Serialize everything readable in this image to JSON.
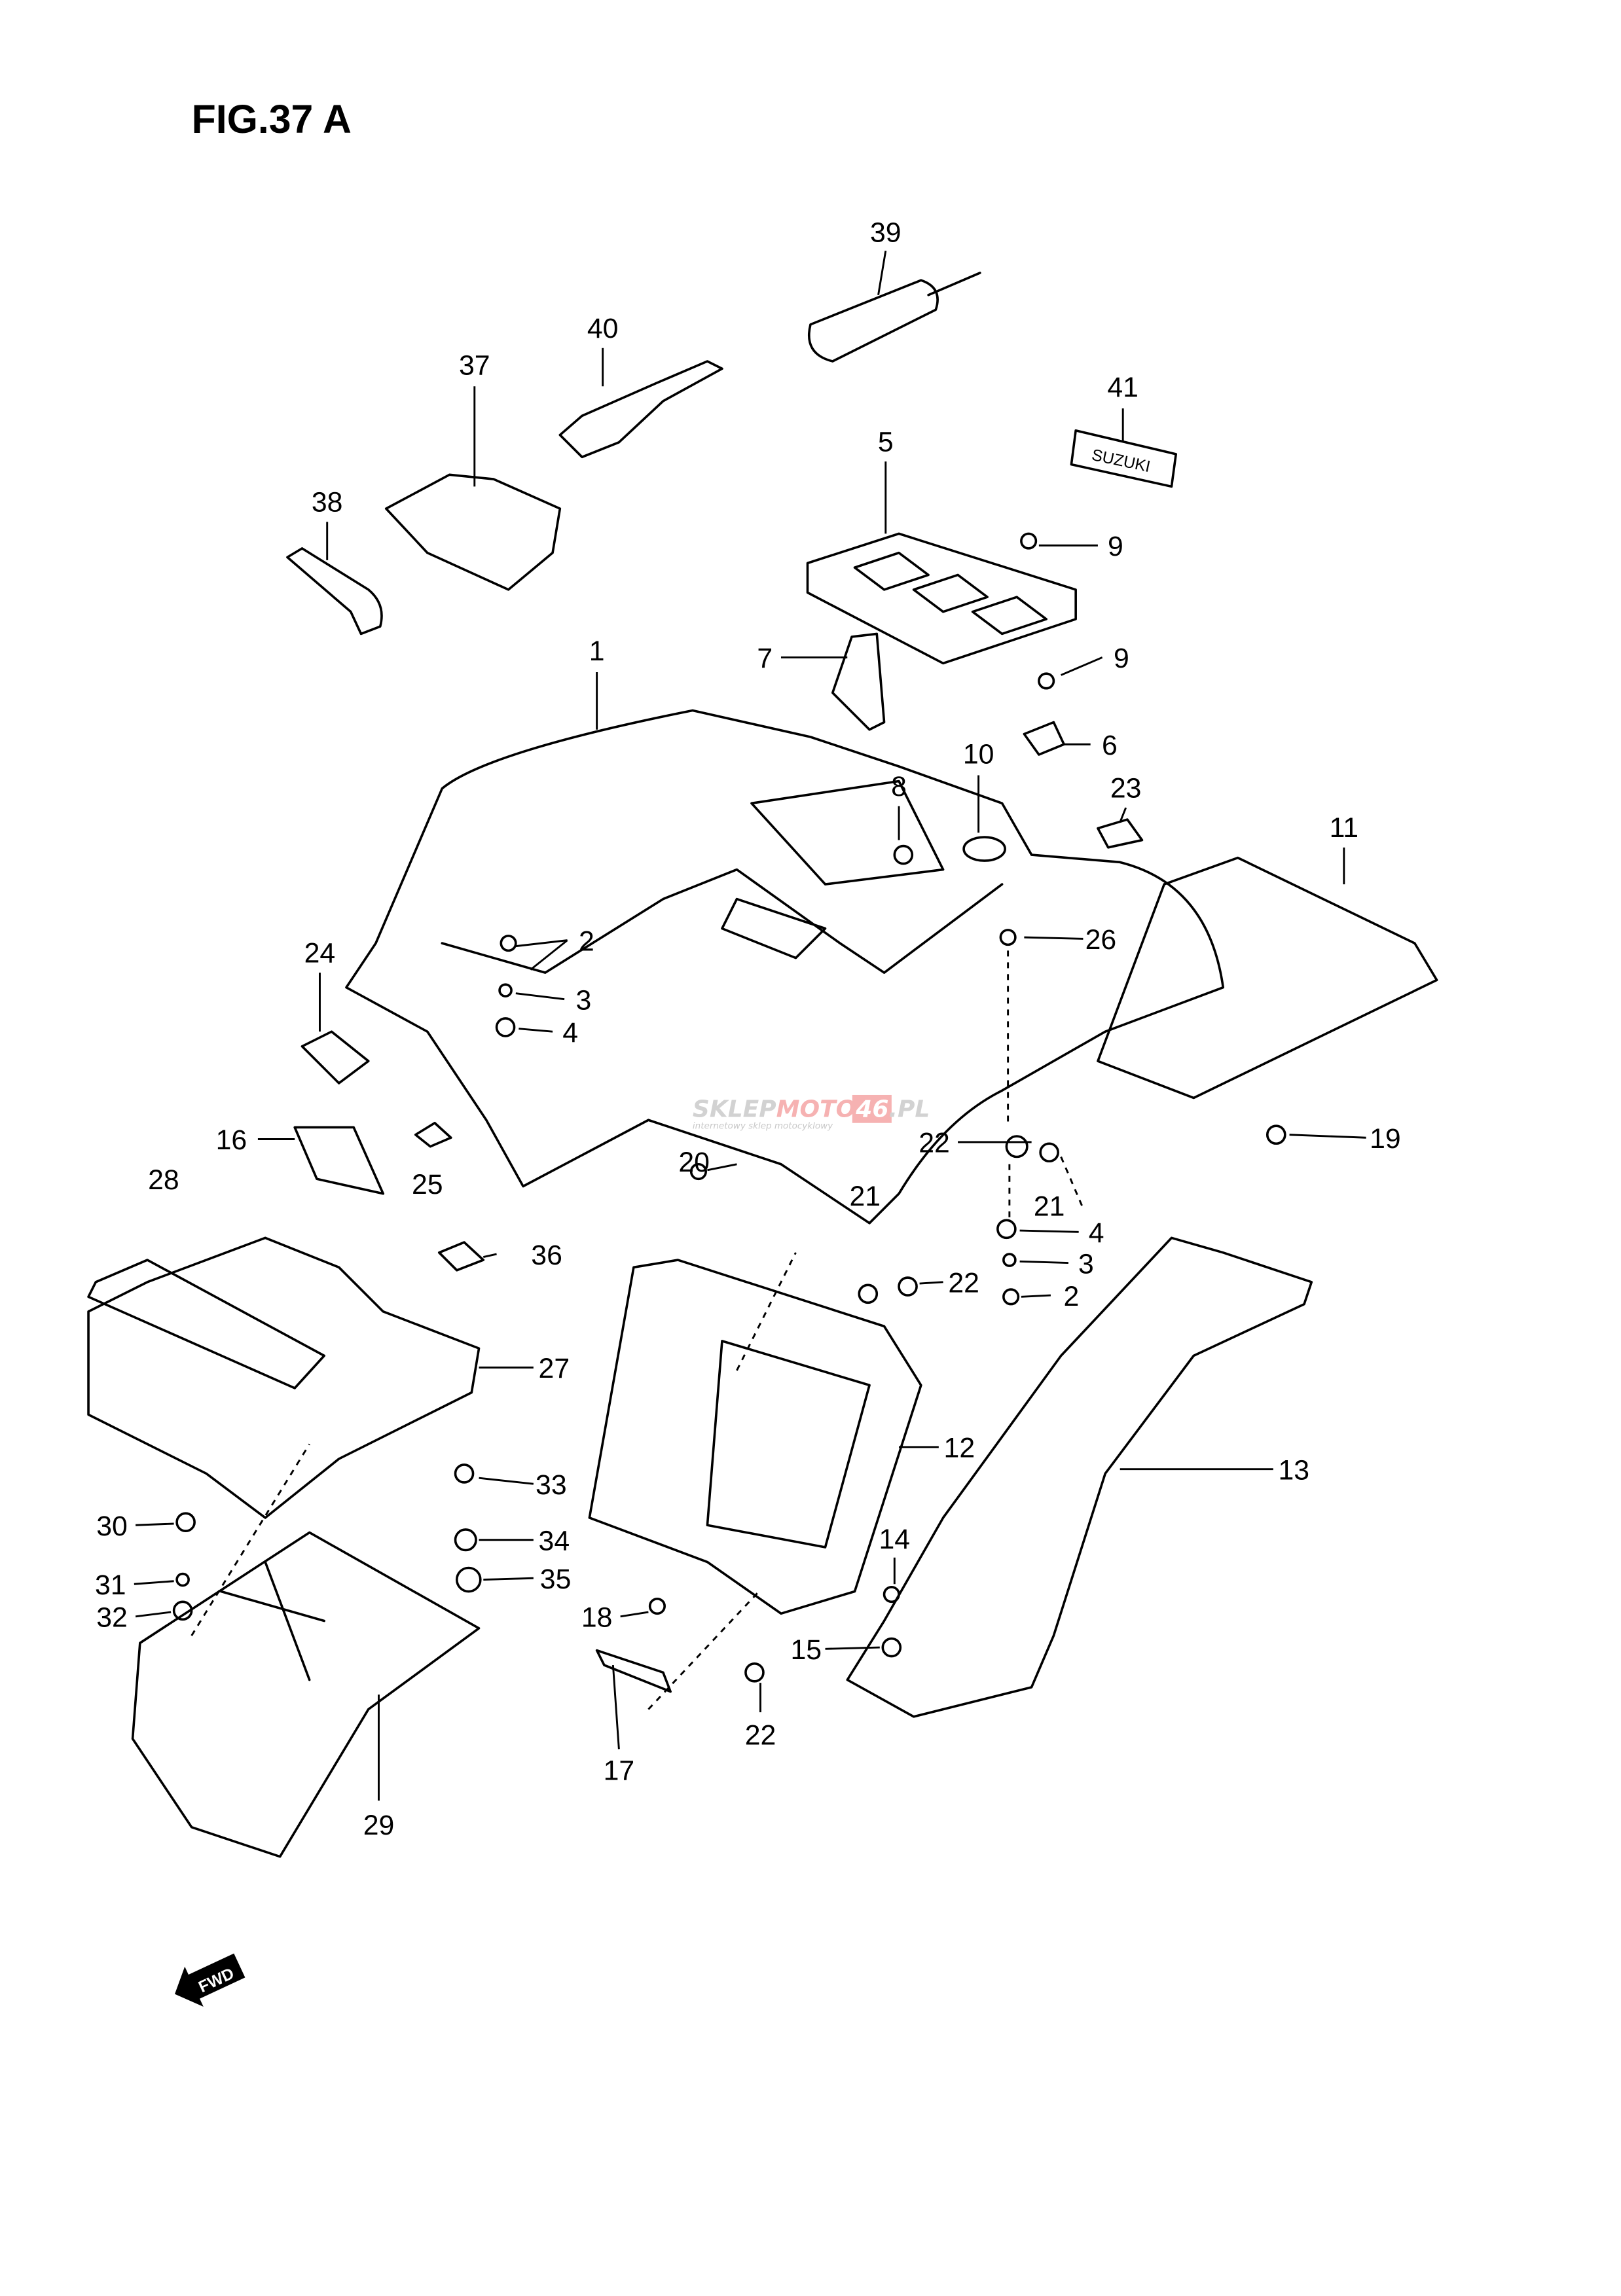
{
  "figure": {
    "title": "FIG.37 A"
  },
  "callouts": [
    "39",
    "40",
    "37",
    "41",
    "38",
    "5",
    "9",
    "9",
    "7",
    "1",
    "6",
    "10",
    "8",
    "23",
    "11",
    "2",
    "24",
    "26",
    "3",
    "4",
    "16",
    "22",
    "19",
    "25",
    "20",
    "21",
    "21",
    "28",
    "4",
    "36",
    "3",
    "22",
    "2",
    "27",
    "12",
    "13",
    "33",
    "30",
    "34",
    "14",
    "35",
    "31",
    "32",
    "18",
    "15",
    "17",
    "22",
    "29"
  ],
  "direction_marker": {
    "label": "FWD",
    "icon": "arrow-left-icon"
  },
  "watermark": {
    "brand": "SKLEPMOTO46.PL",
    "tagline": "internetowy sklep motocyklowy",
    "colors": {
      "grey": "#c8c8c8",
      "red": "#f4a0a0"
    }
  },
  "emblem": {
    "text": "SUZUKI"
  }
}
